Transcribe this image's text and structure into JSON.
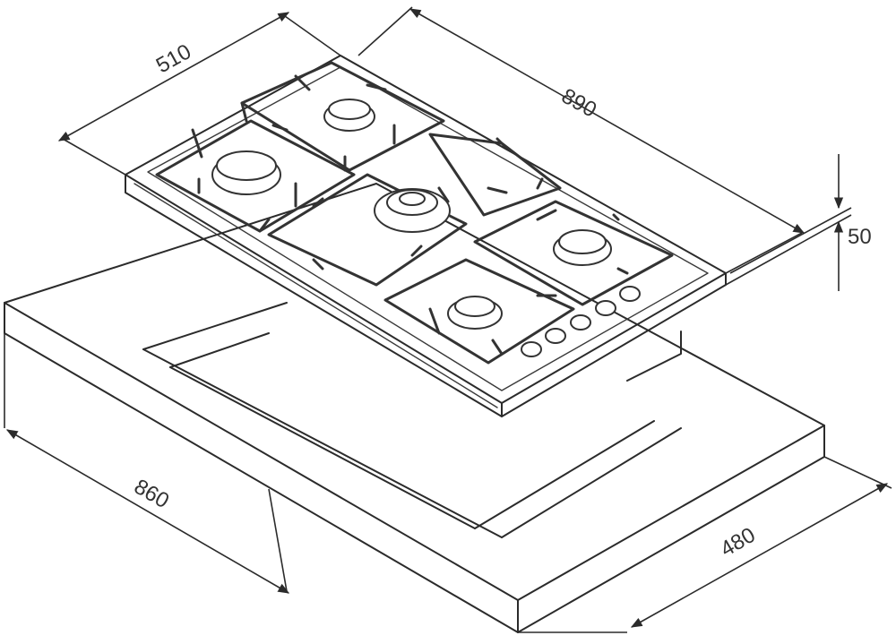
{
  "diagram": {
    "dimensions": {
      "width_hob": "890",
      "depth_hob": "510",
      "height_hob": "50",
      "cutout_width": "860",
      "cutout_depth": "480"
    }
  }
}
